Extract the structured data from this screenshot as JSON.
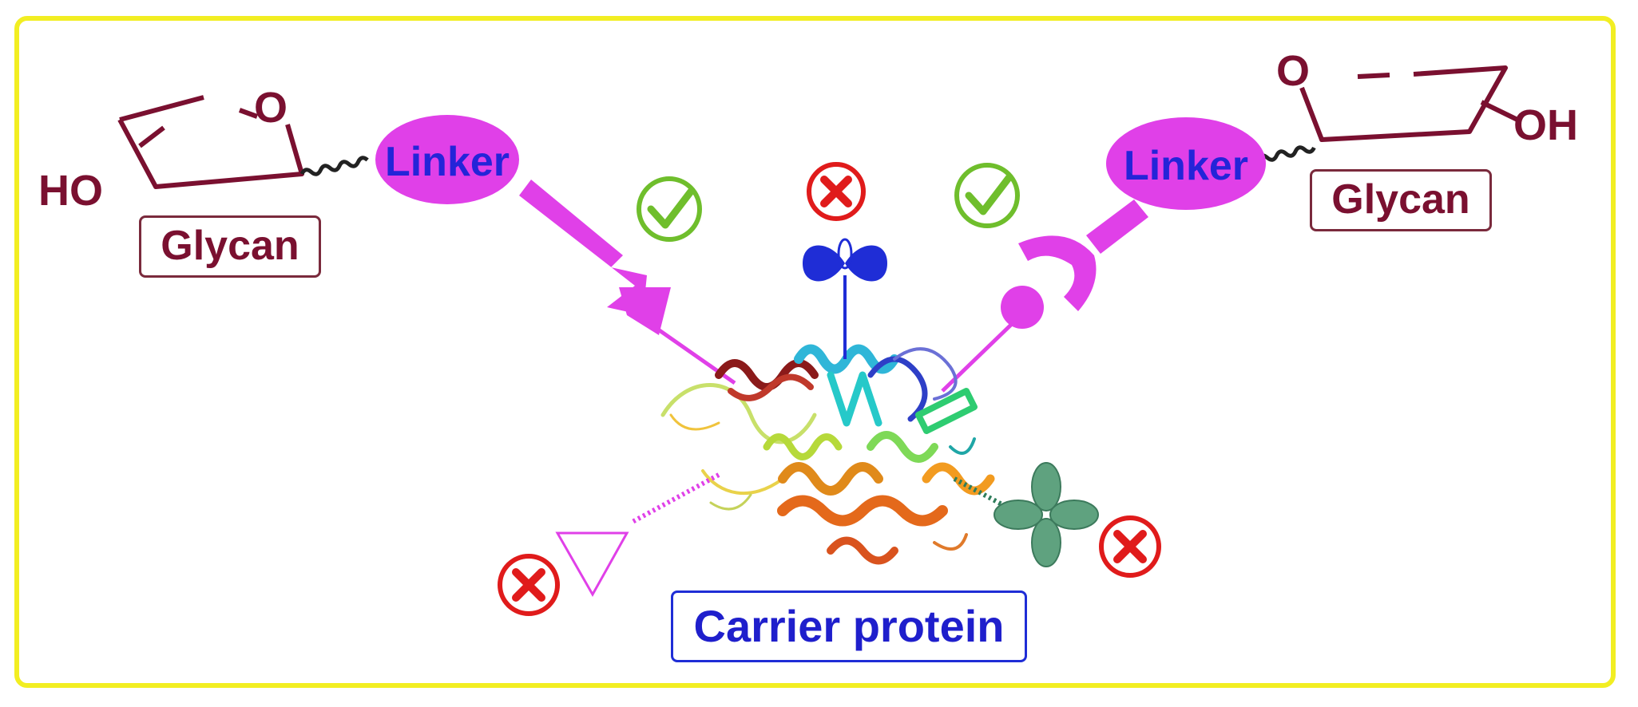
{
  "labels": {
    "glycan_left": "Glycan",
    "glycan_right": "Glycan",
    "linker_left": "Linker",
    "linker_right": "Linker",
    "carrier": "Carrier protein",
    "ho_left": "HO",
    "o_left": "O",
    "oh_right": "OH",
    "o_right": "O"
  },
  "colors": {
    "frame": "#f2ee22",
    "glycan": "#7a1030",
    "linker": "#e040e8",
    "linker_text": "#2424d8",
    "carrier": "#1f1fcc",
    "check": "#6fbe2c",
    "cross": "#e01b1b"
  },
  "icons": {
    "check": "check-circle-icon",
    "cross": "cross-circle-icon",
    "bowtie": "blue-bowtie-icon",
    "clover": "green-clover-icon",
    "triangle": "magenta-triangle-icon",
    "protein": "protein-ribbon-icon"
  }
}
